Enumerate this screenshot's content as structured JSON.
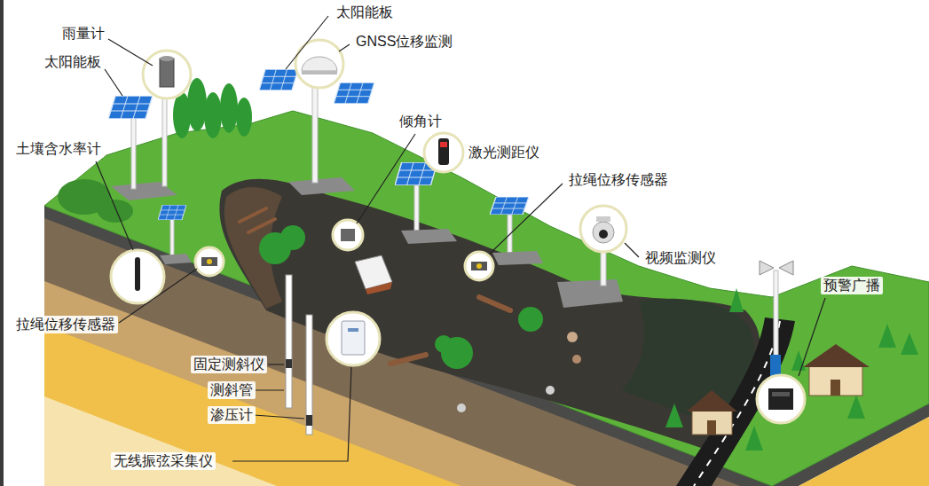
{
  "diagram": {
    "labels": [
      "雨量计",
      "太阳能板",
      "太阳能板",
      "GNSS位移监测",
      "倾角计",
      "激光测距仪",
      "土壤含水率计",
      "拉绳位移传感器",
      "视频监测仪",
      "预警广播",
      "拉绳位移传感器",
      "固定测斜仪",
      "测斜管",
      "渗压计",
      "无线振弦采集仪"
    ]
  }
}
